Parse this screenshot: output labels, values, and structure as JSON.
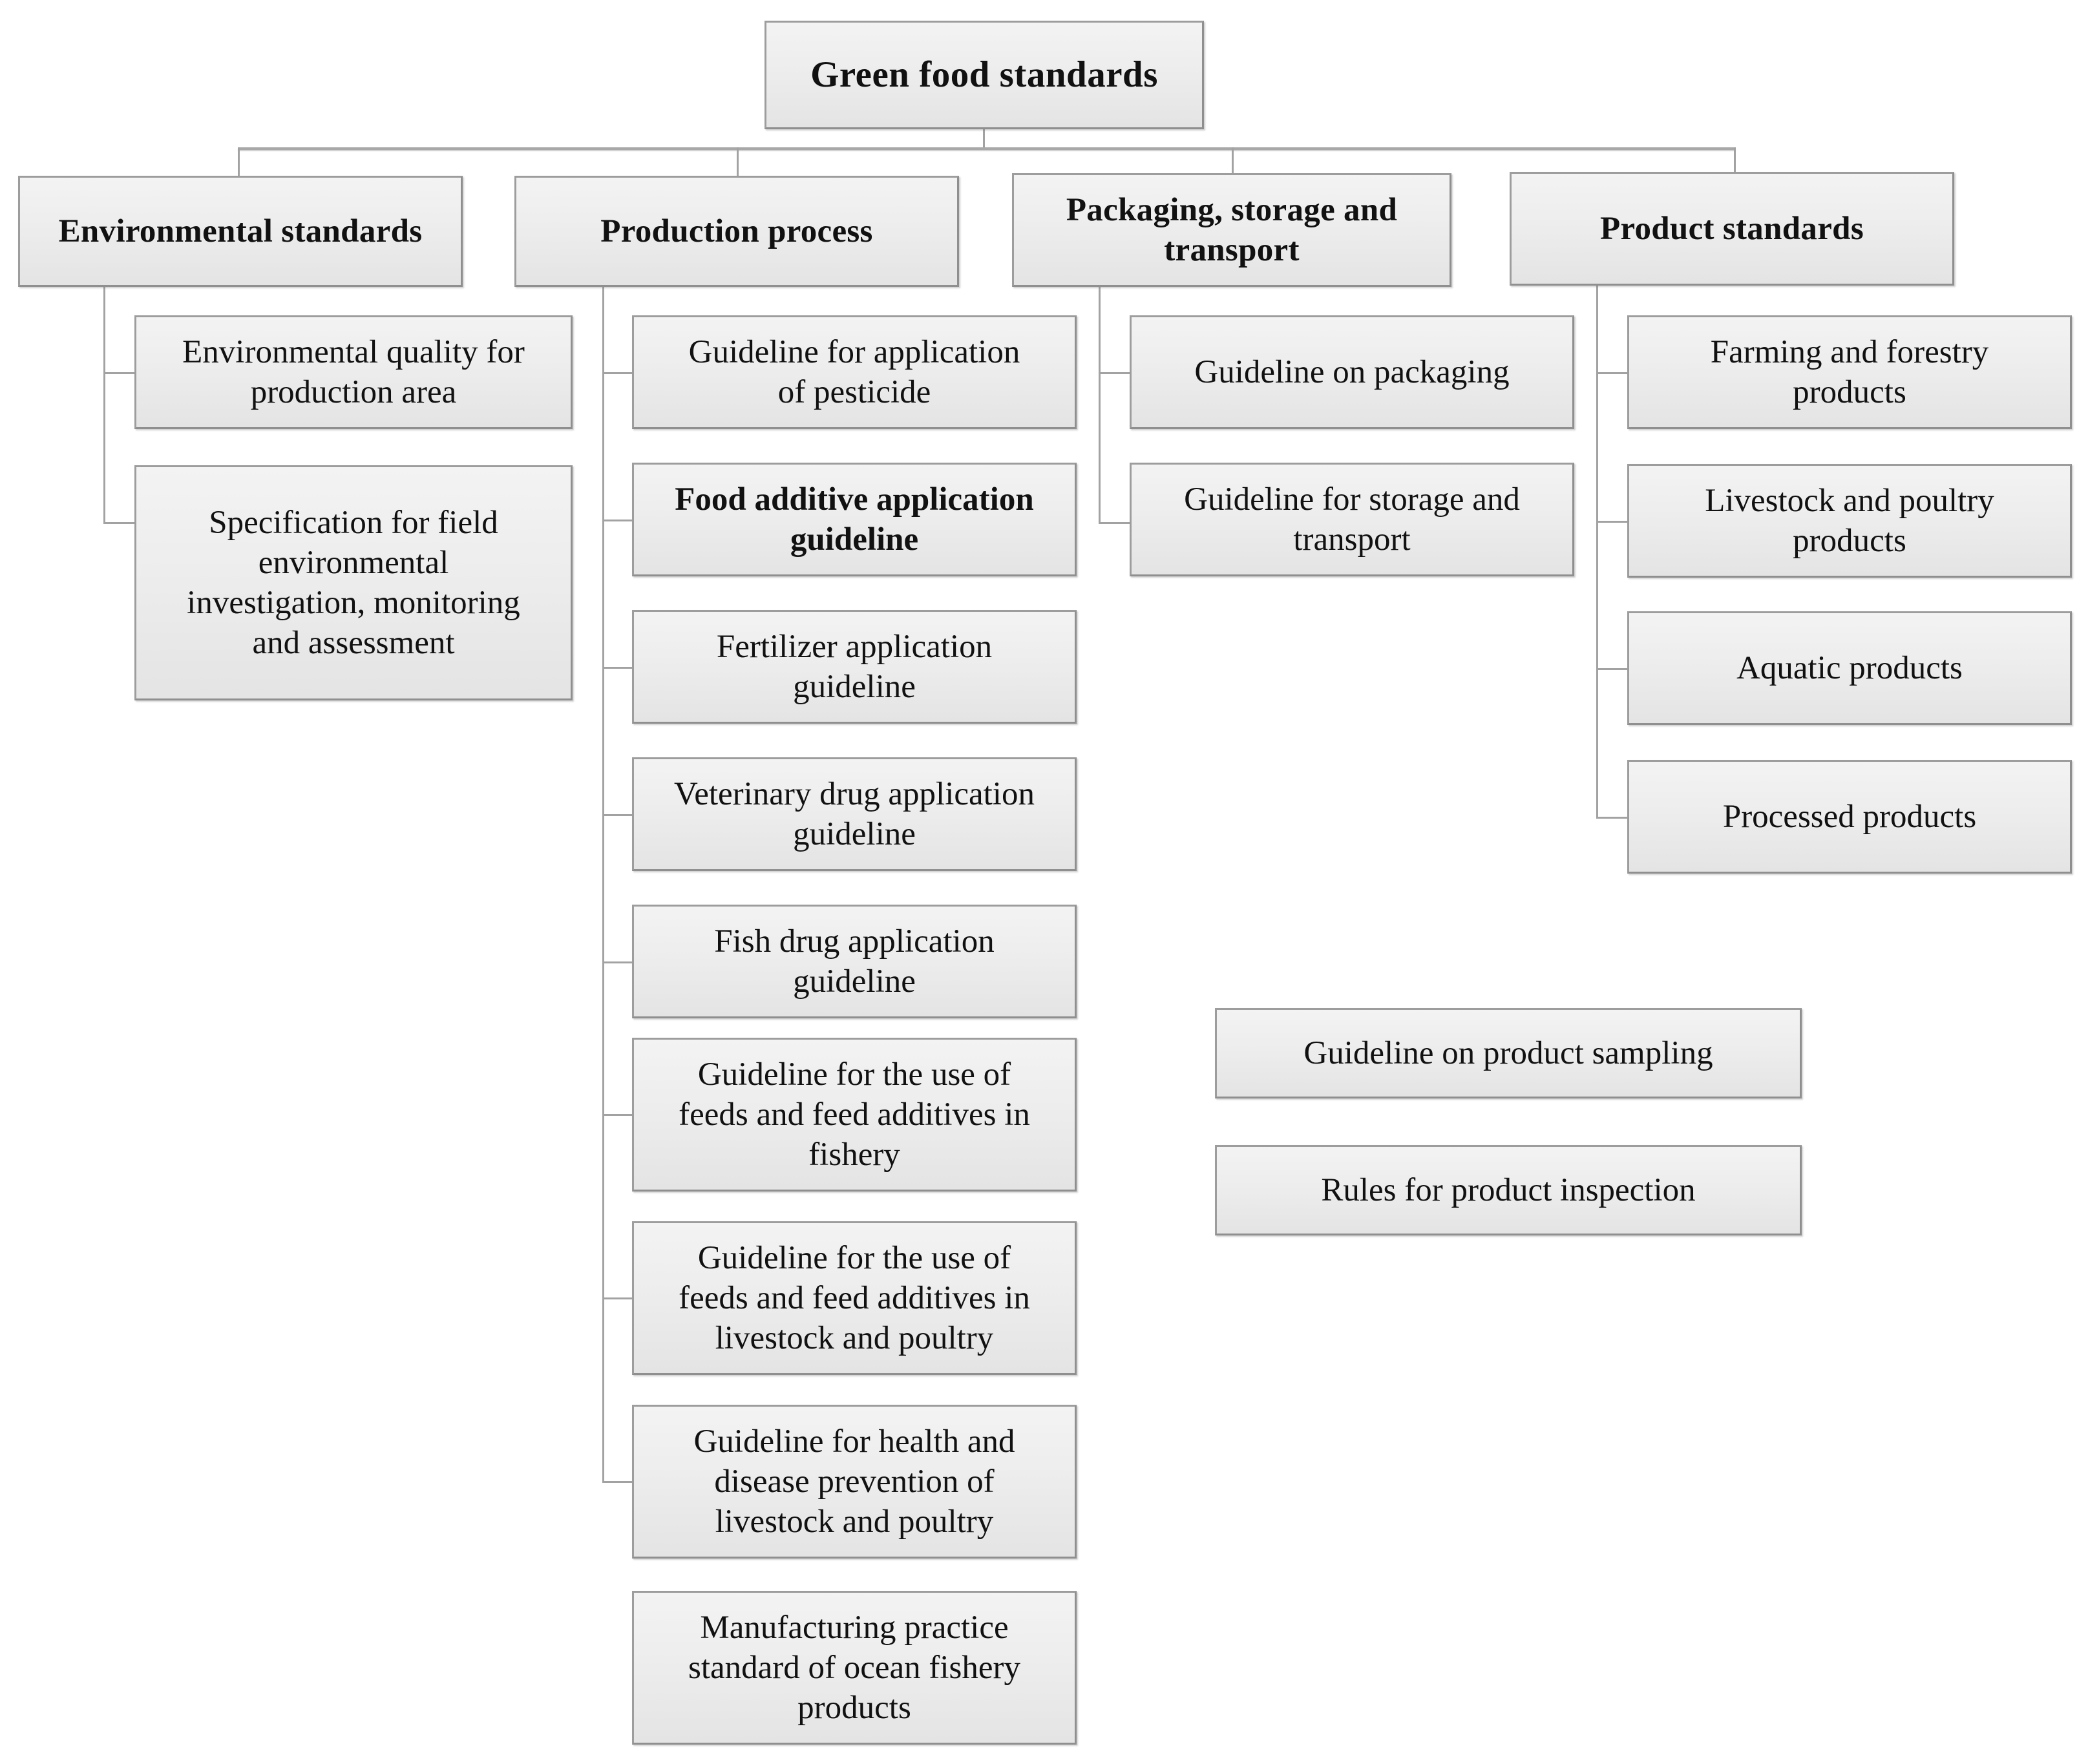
{
  "diagram": {
    "title": "Green food standards",
    "type": "organizational-hierarchy",
    "root": {
      "label": "Green food standards"
    },
    "branches": [
      {
        "key": "environmental-standards",
        "label": "Environmental standards",
        "children": [
          {
            "label": "Environmental quality for\nproduction  area"
          },
          {
            "label": "Specification  for field\nenvironmental\ninvestigation, monitoring\nand assessment"
          }
        ]
      },
      {
        "key": "production-process",
        "label": "Production process",
        "children": [
          {
            "label": "Guideline for application\nof pesticide"
          },
          {
            "label": "Food additive application\nguideline"
          },
          {
            "label": "Fertilizer application\nguideline"
          },
          {
            "label": "Veterinary drug application\nguideline"
          },
          {
            "label": "Fish drug application\nguideline"
          },
          {
            "label": "Guideline for the use of\nfeeds and feed additives in\nfishery"
          },
          {
            "label": "Guideline for the use of\nfeeds and feed additives in\nlivestock and poultry"
          },
          {
            "label": "Guideline for health and\ndisease prevention of\nlivestock and poultry"
          },
          {
            "label": "Manufacturing practice\nstandard of ocean fishery\nproducts"
          }
        ]
      },
      {
        "key": "packaging-storage-transport",
        "label": "Packaging, storage and\ntransport",
        "children": [
          {
            "label": "Guideline on packaging"
          },
          {
            "label": "Guideline for storage and\ntransport"
          }
        ]
      },
      {
        "key": "product-standards",
        "label": "Product standards",
        "children": [
          {
            "label": "Farming and forestry\nproducts"
          },
          {
            "label": "Livestock and poultry\nproducts"
          },
          {
            "label": "Aquatic  products"
          },
          {
            "label": "Processed products"
          }
        ]
      }
    ],
    "standalone": [
      {
        "key": "guideline-product-sampling",
        "label": "Guideline on product sampling"
      },
      {
        "key": "rules-product-inspection",
        "label": "Rules for product inspection"
      }
    ],
    "colors": {
      "box_fill_top": "#f3f3f3",
      "box_fill_bottom": "#e4e4e4",
      "box_border": "#9d9d9d",
      "connector": "#a2a2a2",
      "text": "#111111",
      "background": "#ffffff"
    }
  }
}
